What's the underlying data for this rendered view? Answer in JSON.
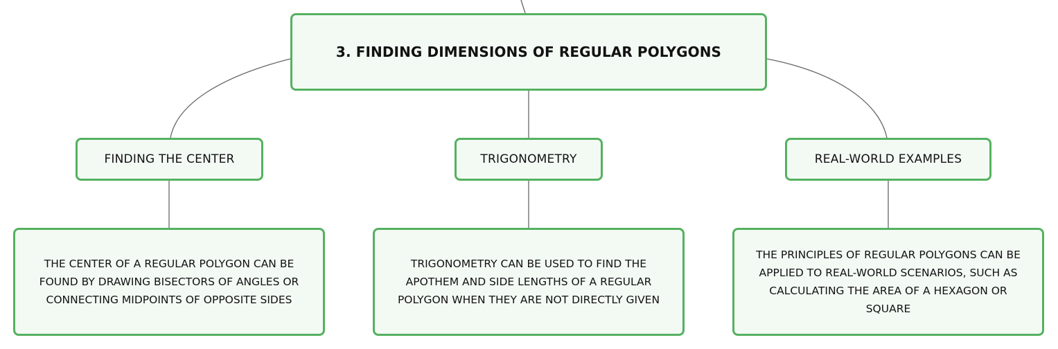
{
  "root": {
    "label": "3. FINDING DIMENSIONS OF REGULAR POLYGONS"
  },
  "branches": [
    {
      "label": "FINDING THE CENTER",
      "detail": "THE CENTER OF A REGULAR POLYGON CAN BE FOUND BY DRAWING BISECTORS OF ANGLES OR CONNECTING MIDPOINTS OF OPPOSITE SIDES"
    },
    {
      "label": "TRIGONOMETRY",
      "detail": "TRIGONOMETRY CAN BE USED TO FIND THE APOTHEM AND SIDE LENGTHS OF A REGULAR POLYGON WHEN THEY ARE NOT DIRECTLY GIVEN"
    },
    {
      "label": "REAL-WORLD EXAMPLES",
      "detail": "THE PRINCIPLES OF REGULAR POLYGONS CAN BE APPLIED TO REAL-WORLD SCENARIOS, SUCH AS CALCULATING THE AREA OF A HEXAGON OR SQUARE"
    }
  ],
  "colors": {
    "node_border": "#55b160",
    "node_fill": "#f3faf4",
    "connector": "#666666"
  }
}
